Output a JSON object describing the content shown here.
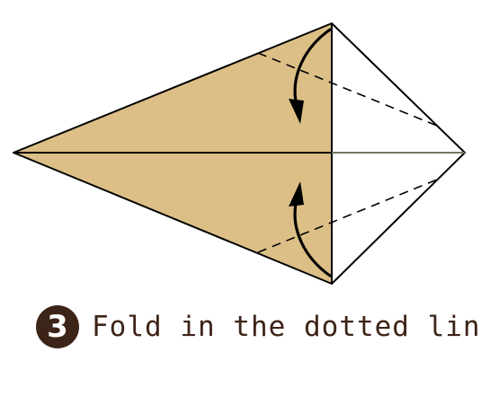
{
  "step": {
    "number": "3",
    "instruction": "Fold in the dotted line"
  },
  "colors": {
    "paper_back": "#dcbf86",
    "paper_front": "#ffffff",
    "outline": "#000000",
    "caption_text": "#3d2418",
    "badge_fill": "#3d2418"
  },
  "icons": {
    "fold-arrow-top": "curved-arrow-down",
    "fold-arrow-bottom": "curved-arrow-up"
  }
}
